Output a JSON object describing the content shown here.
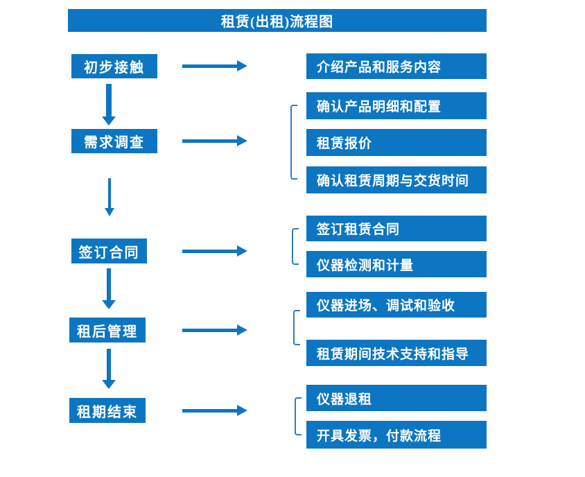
{
  "title": "租赁(出租)流程图",
  "colors": {
    "primary_blue": "#0c76c2",
    "bracket_blue": "#2e7cbf",
    "text_on_blue": "#ffffff",
    "background": "#ffffff"
  },
  "steps": [
    {
      "label": "初步接触",
      "outputs": [
        "介绍产品和服务内容"
      ]
    },
    {
      "label": "需求调查",
      "outputs": [
        "确认产品明细和配置",
        "租赁报价",
        "确认租赁周期与交货时间"
      ]
    },
    {
      "label": "签订合同",
      "outputs": [
        "签订租赁合同",
        "仪器检测和计量"
      ]
    },
    {
      "label": "租后管理",
      "outputs": [
        "仪器进场、调试和验收",
        "租赁期间技术支持和指导"
      ]
    },
    {
      "label": "租期结束",
      "outputs": [
        "仪器退租",
        "开具发票，付款流程"
      ]
    }
  ]
}
